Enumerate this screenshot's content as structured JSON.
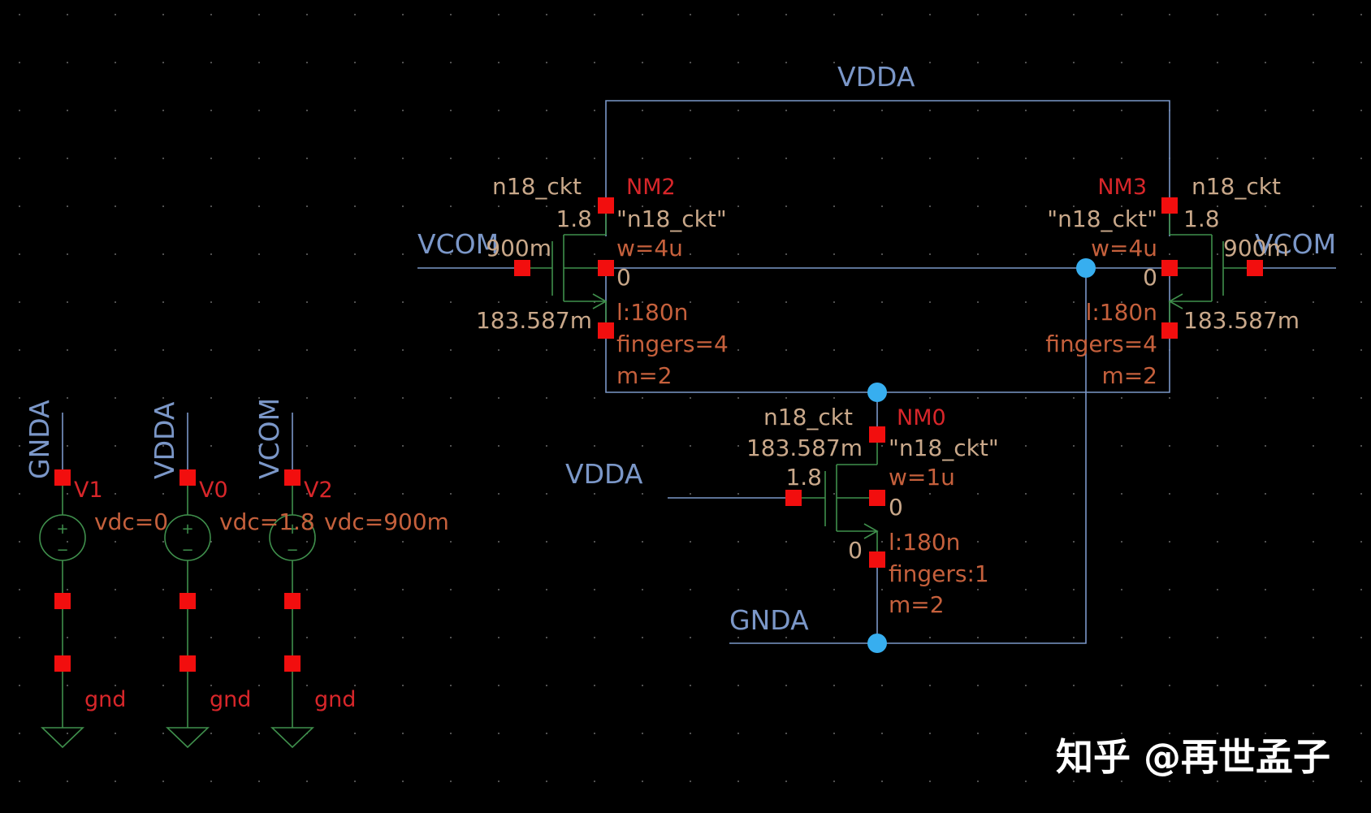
{
  "nets": {
    "vdda_top": "VDDA",
    "vcom_left": "VCOM",
    "vcom_right": "VCOM",
    "vdda_gate": "VDDA",
    "gnda_bottom": "GNDA"
  },
  "transistors": [
    {
      "id": "nm2",
      "instance": "NM2",
      "cell": "n18_ckt",
      "model": "\"n18_ckt\"",
      "vd": "1.8",
      "vg": "900m",
      "vs": "183.587m",
      "vb": "0",
      "w": "w=4u",
      "l": "l:180n",
      "fingers": "fingers=4",
      "m": "m=2"
    },
    {
      "id": "nm3",
      "instance": "NM3",
      "cell": "n18_ckt",
      "model": "\"n18_ckt\"",
      "vd": "1.8",
      "vg": "900m",
      "vs": "183.587m",
      "vb": "0",
      "w": "w=4u",
      "l": "l:180n",
      "fingers": "fingers=4",
      "m": "m=2"
    },
    {
      "id": "nm0",
      "instance": "NM0",
      "cell": "n18_ckt",
      "model": "\"n18_ckt\"",
      "vd": "183.587m",
      "vg": "1.8",
      "vs": "0",
      "vb": "0",
      "w": "w=1u",
      "l": "l:180n",
      "fingers": "fingers:1",
      "m": "m=2"
    }
  ],
  "sources": [
    {
      "id": "v1",
      "net": "GNDA",
      "instance": "V1",
      "value": "vdc=0",
      "ground": "gnd"
    },
    {
      "id": "v0",
      "net": "VDDA",
      "instance": "V0",
      "value": "vdc=1.8",
      "ground": "gnd"
    },
    {
      "id": "v2",
      "net": "VCOM",
      "instance": "V2",
      "value": "vdc=900m",
      "ground": "gnd"
    }
  ],
  "watermark": "知乎 @再世孟子",
  "colors": {
    "background": "#000000",
    "wire": "#7b97c8",
    "pin": "#f20e0e",
    "junction": "#37aeef",
    "source_symbol": "#3f8f4c"
  }
}
